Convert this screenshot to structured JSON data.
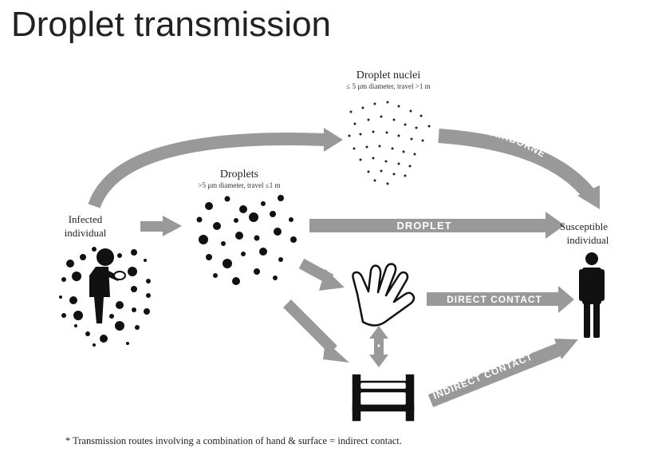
{
  "slide": {
    "title": "Droplet transmission"
  },
  "diagram": {
    "nodes": {
      "nuclei_title": "Droplet nuclei",
      "nuclei_sub": "≤ 5 μm diameter, travel >1 m",
      "droplets_title": "Droplets",
      "droplets_sub": ">5 μm diameter, travel ≤1 m",
      "infected_line1": "Infected",
      "infected_line2": "individual",
      "susceptible_line1": "Susceptible",
      "susceptible_line2": "individual"
    },
    "routes": {
      "airborne": "AIRBORNE",
      "droplet": "DROPLET",
      "direct": "DIRECT CONTACT",
      "indirect": "INDIRECT CONTACT"
    },
    "footnote": "* Transmission routes involving a combination of hand & surface = indirect contact.",
    "colors": {
      "arrow_gray": "#999999",
      "dot_black": "#111111",
      "band_text": "#ffffff"
    },
    "icons": [
      "infected-person-icon",
      "hand-icon",
      "bed-icon",
      "standing-person-icon"
    ]
  }
}
